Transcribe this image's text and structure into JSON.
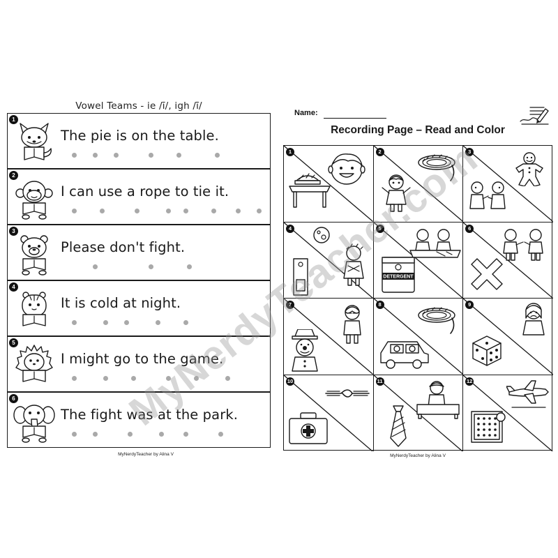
{
  "worksheet": {
    "title": "Vowel Teams - ie /ī/, igh /ī/",
    "footer": "MyNerdyTeacher by Alina V",
    "sentences": [
      {
        "number": "1",
        "text": "The pie is on the table.",
        "animal_icon": "fox-reading-icon",
        "dots": 6
      },
      {
        "number": "2",
        "text": "I can use a rope to tie it.",
        "animal_icon": "monkey-reading-icon",
        "dots": 8
      },
      {
        "number": "3",
        "text": "Please don't fight.",
        "animal_icon": "bear-reading-icon",
        "dots": 3
      },
      {
        "number": "4",
        "text": "It is cold at night.",
        "animal_icon": "hamster-reading-icon",
        "dots": 5
      },
      {
        "number": "5",
        "text": "I might go to the game.",
        "animal_icon": "hedgehog-reading-icon",
        "dots": 6
      },
      {
        "number": "6",
        "text": "The fight was at the park.",
        "animal_icon": "elephant-reading-icon",
        "dots": 6
      }
    ]
  },
  "recording_page": {
    "name_label": "Name:",
    "title": "Recording Page – Read and Color",
    "footer": "MyNerdyTeacher by Alina V",
    "cells": [
      {
        "number": "1",
        "top_picture": "boy-face-icon",
        "bottom_picture": "pie-on-table-icon"
      },
      {
        "number": "2",
        "top_picture": "rope-coil-icon",
        "bottom_picture": "girl-tying-icon"
      },
      {
        "number": "3",
        "top_picture": "gingerbread-man-icon",
        "bottom_picture": "kids-arguing-icon"
      },
      {
        "number": "4",
        "top_picture": "moon-icon",
        "bottom_picture": "binder-and-cold-girl-icon"
      },
      {
        "number": "5",
        "top_picture": "kids-at-table-icon",
        "bottom_picture": "detergent-box-icon"
      },
      {
        "number": "6",
        "top_picture": "boys-fighting-icon",
        "bottom_picture": "x-mark-icon"
      },
      {
        "number": "7",
        "top_picture": "girl-sleepy-icon",
        "bottom_picture": "clown-icon"
      },
      {
        "number": "8",
        "top_picture": "rope-coil-icon",
        "bottom_picture": "car-with-people-icon"
      },
      {
        "number": "9",
        "top_picture": "sad-girl-icon",
        "bottom_picture": "dice-icon"
      },
      {
        "number": "10",
        "top_picture": "knot-icon",
        "bottom_picture": "first-aid-kit-icon"
      },
      {
        "number": "11",
        "top_picture": "girl-making-bed-icon",
        "bottom_picture": "necktie-icon"
      },
      {
        "number": "12",
        "top_picture": "airplane-icon",
        "bottom_picture": "game-board-icon"
      }
    ],
    "detergent_label": "DETERGENT"
  },
  "watermark": "MyNerdyTeacher.com"
}
